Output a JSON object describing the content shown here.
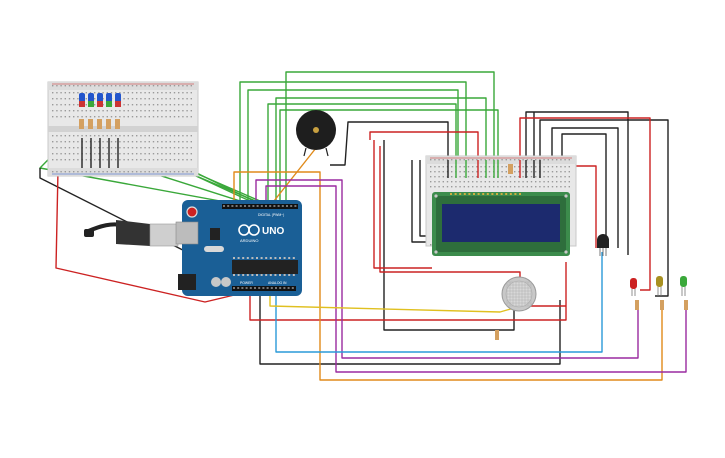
{
  "arduino": {
    "logo_text": "UNO",
    "brand_text": "ARDUINO",
    "digital_label": "DIGITAL (PWM~)",
    "power_label": "POWER",
    "analog_label": "ANALOG IN"
  },
  "colors": {
    "green": "#3aa83a",
    "red": "#cc2222",
    "black": "#222222",
    "orange": "#e08a1a",
    "purple": "#9a2aa0",
    "blue": "#2a9ad8",
    "yellow": "#e0c020",
    "board_blue": "#1a5f96",
    "lcd_green": "#3c8c4c",
    "lcd_screen": "#1c2a6e"
  }
}
